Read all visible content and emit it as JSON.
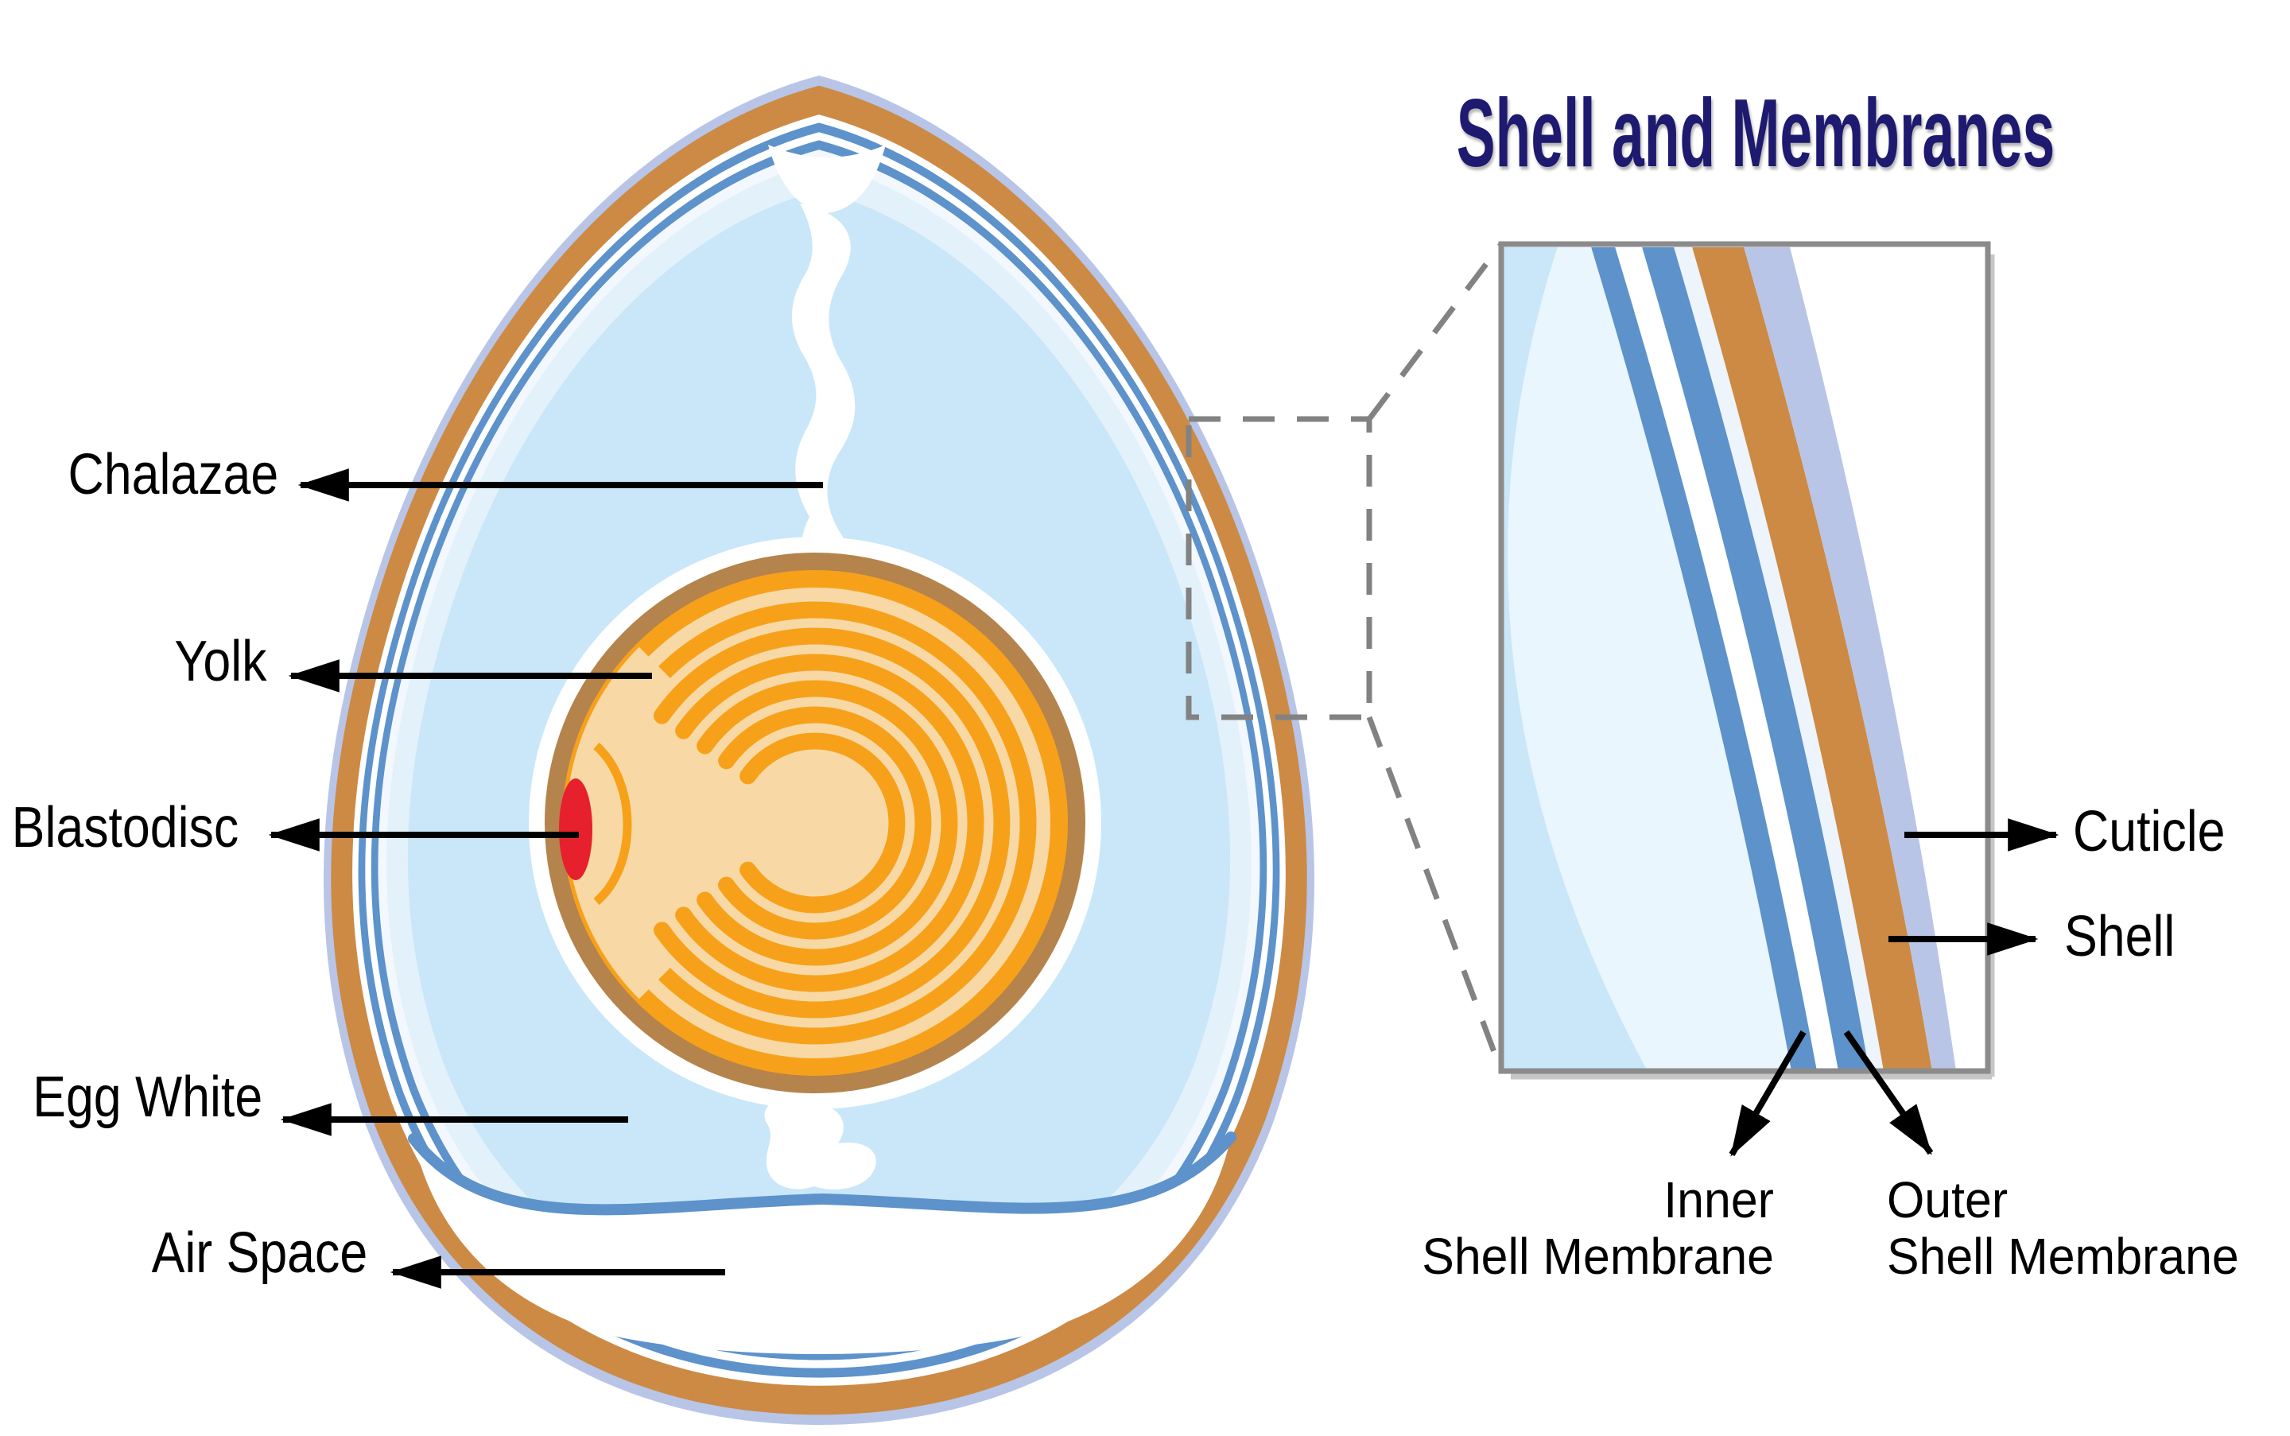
{
  "diagram": {
    "egg_labels": {
      "chalazae": "Chalazae",
      "yolk": "Yolk",
      "blastodisc": "Blastodisc",
      "egg_white": "Egg White",
      "air_space": "Air Space"
    },
    "inset": {
      "title": "Shell and Membranes",
      "cuticle": "Cuticle",
      "shell": "Shell",
      "inner_shell_membrane": {
        "line1": "Inner",
        "line2": "Shell Membrane"
      },
      "outer_shell_membrane": {
        "line1": "Outer",
        "line2": "Shell Membrane"
      }
    },
    "colors": {
      "title_navy": "#1E1A70",
      "label_text": "#000000",
      "cuticle_lavender": "#B8C5E6",
      "shell_orange": "#CC8A45",
      "membrane_blue": "#5D92CB",
      "pale_inner": "#F2F8FD",
      "egg_white_light": "#E3F1FB",
      "egg_white_main": "#C9E7F8",
      "yolk_rim_brown": "#B5834C",
      "yolk_orange": "#F7A11B",
      "yolk_cream": "#F8D9A6",
      "blastodisc_red": "#E6202C",
      "air_space_white": "#FFFFFF",
      "inset_border_gray": "#8B8B8B",
      "dashed_gray": "#828282",
      "arrow_black": "#000000"
    }
  }
}
